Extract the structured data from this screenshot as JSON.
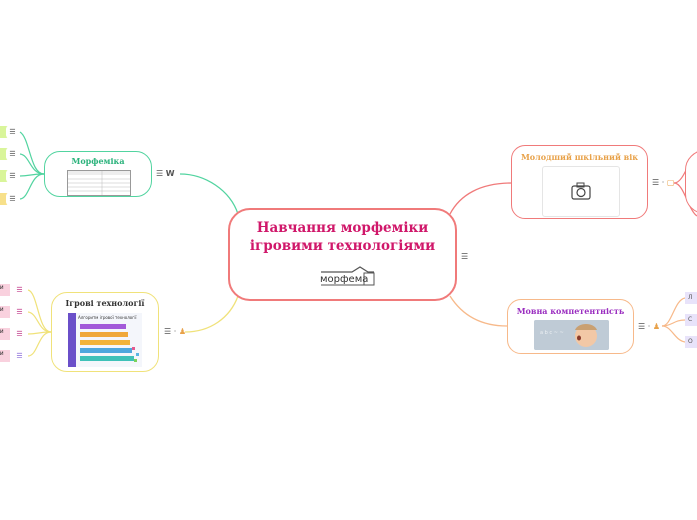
{
  "central": {
    "title_line1": "Навчання морфеміки",
    "title_line2": "ігровими технологіями",
    "logo_text": "морфема",
    "note_icon": "list-icon"
  },
  "nodes": {
    "morphemics": {
      "label": "Морфеміка",
      "extra_icon": "W"
    },
    "games": {
      "label": "Ігрові технології",
      "image_title": "Алгоритм ігрової технології"
    },
    "age": {
      "label": "Молодший шкільний вік"
    },
    "language": {
      "label": "Мовна компетентність"
    }
  },
  "left_games_leaves": [
    "ри",
    "ри",
    "ри",
    "ри"
  ],
  "right_lang_leaves": [
    "Л",
    "С",
    "О"
  ],
  "colors": {
    "central": "#f07a7a",
    "morph": "#52d4a0",
    "games": "#f0e27a",
    "age": "#f07a7a",
    "lang": "#f7b98a",
    "title": "#d0176a"
  }
}
